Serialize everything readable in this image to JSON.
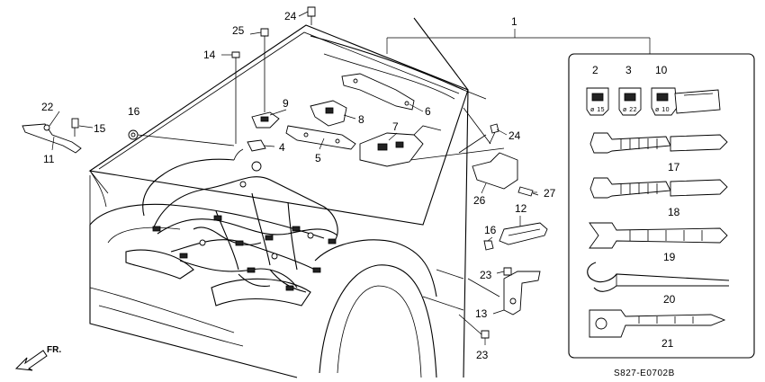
{
  "callouts": {
    "c1": "1",
    "c2": "2",
    "c3": "3",
    "c4": "4",
    "c5": "5",
    "c6": "6",
    "c7": "7",
    "c8": "8",
    "c9": "9",
    "c10": "10",
    "c11": "11",
    "c12": "12",
    "c13": "13",
    "c14": "14",
    "c15": "15",
    "c16a": "16",
    "c16b": "16",
    "c17": "17",
    "c18": "18",
    "c19": "19",
    "c20": "20",
    "c21": "21",
    "c22": "22",
    "c23a": "23",
    "c23b": "23",
    "c24a": "24",
    "c24b": "24",
    "c25": "25",
    "c26": "26",
    "c27": "27"
  },
  "clip_sizes": {
    "s2": "ø 15",
    "s3": "ø 22",
    "s10": "ø 10"
  },
  "front_indicator": "FR.",
  "diagram_code": "S827-E0702B",
  "icons": [
    "front-arrow-icon"
  ]
}
